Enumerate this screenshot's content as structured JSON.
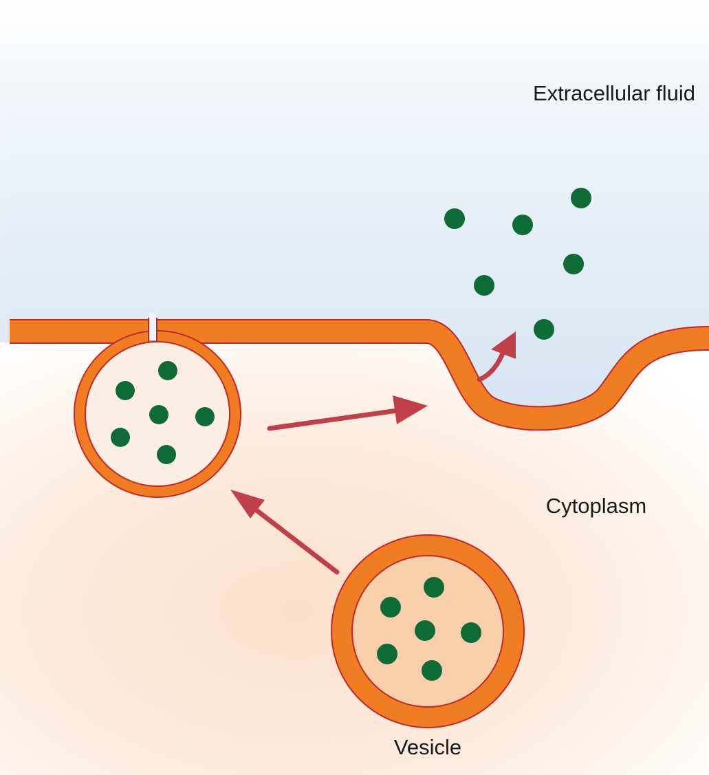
{
  "labels": {
    "extracellular": "Extracellular fluid",
    "cytoplasm": "Cytoplasm",
    "vesicle": "Vesicle"
  },
  "colors": {
    "membrane": "#f07d22",
    "membrane_edge": "#c1272d",
    "molecule": "#0f6b35",
    "arrow": "#c0404a",
    "extracellular_fluid": "#dbe7f4",
    "cytoplasm": "#fbe3d2",
    "vesicle_lumen": "#f7cfab"
  },
  "icons": {
    "molecule": "green-dot",
    "arrow": "red-arrow"
  }
}
